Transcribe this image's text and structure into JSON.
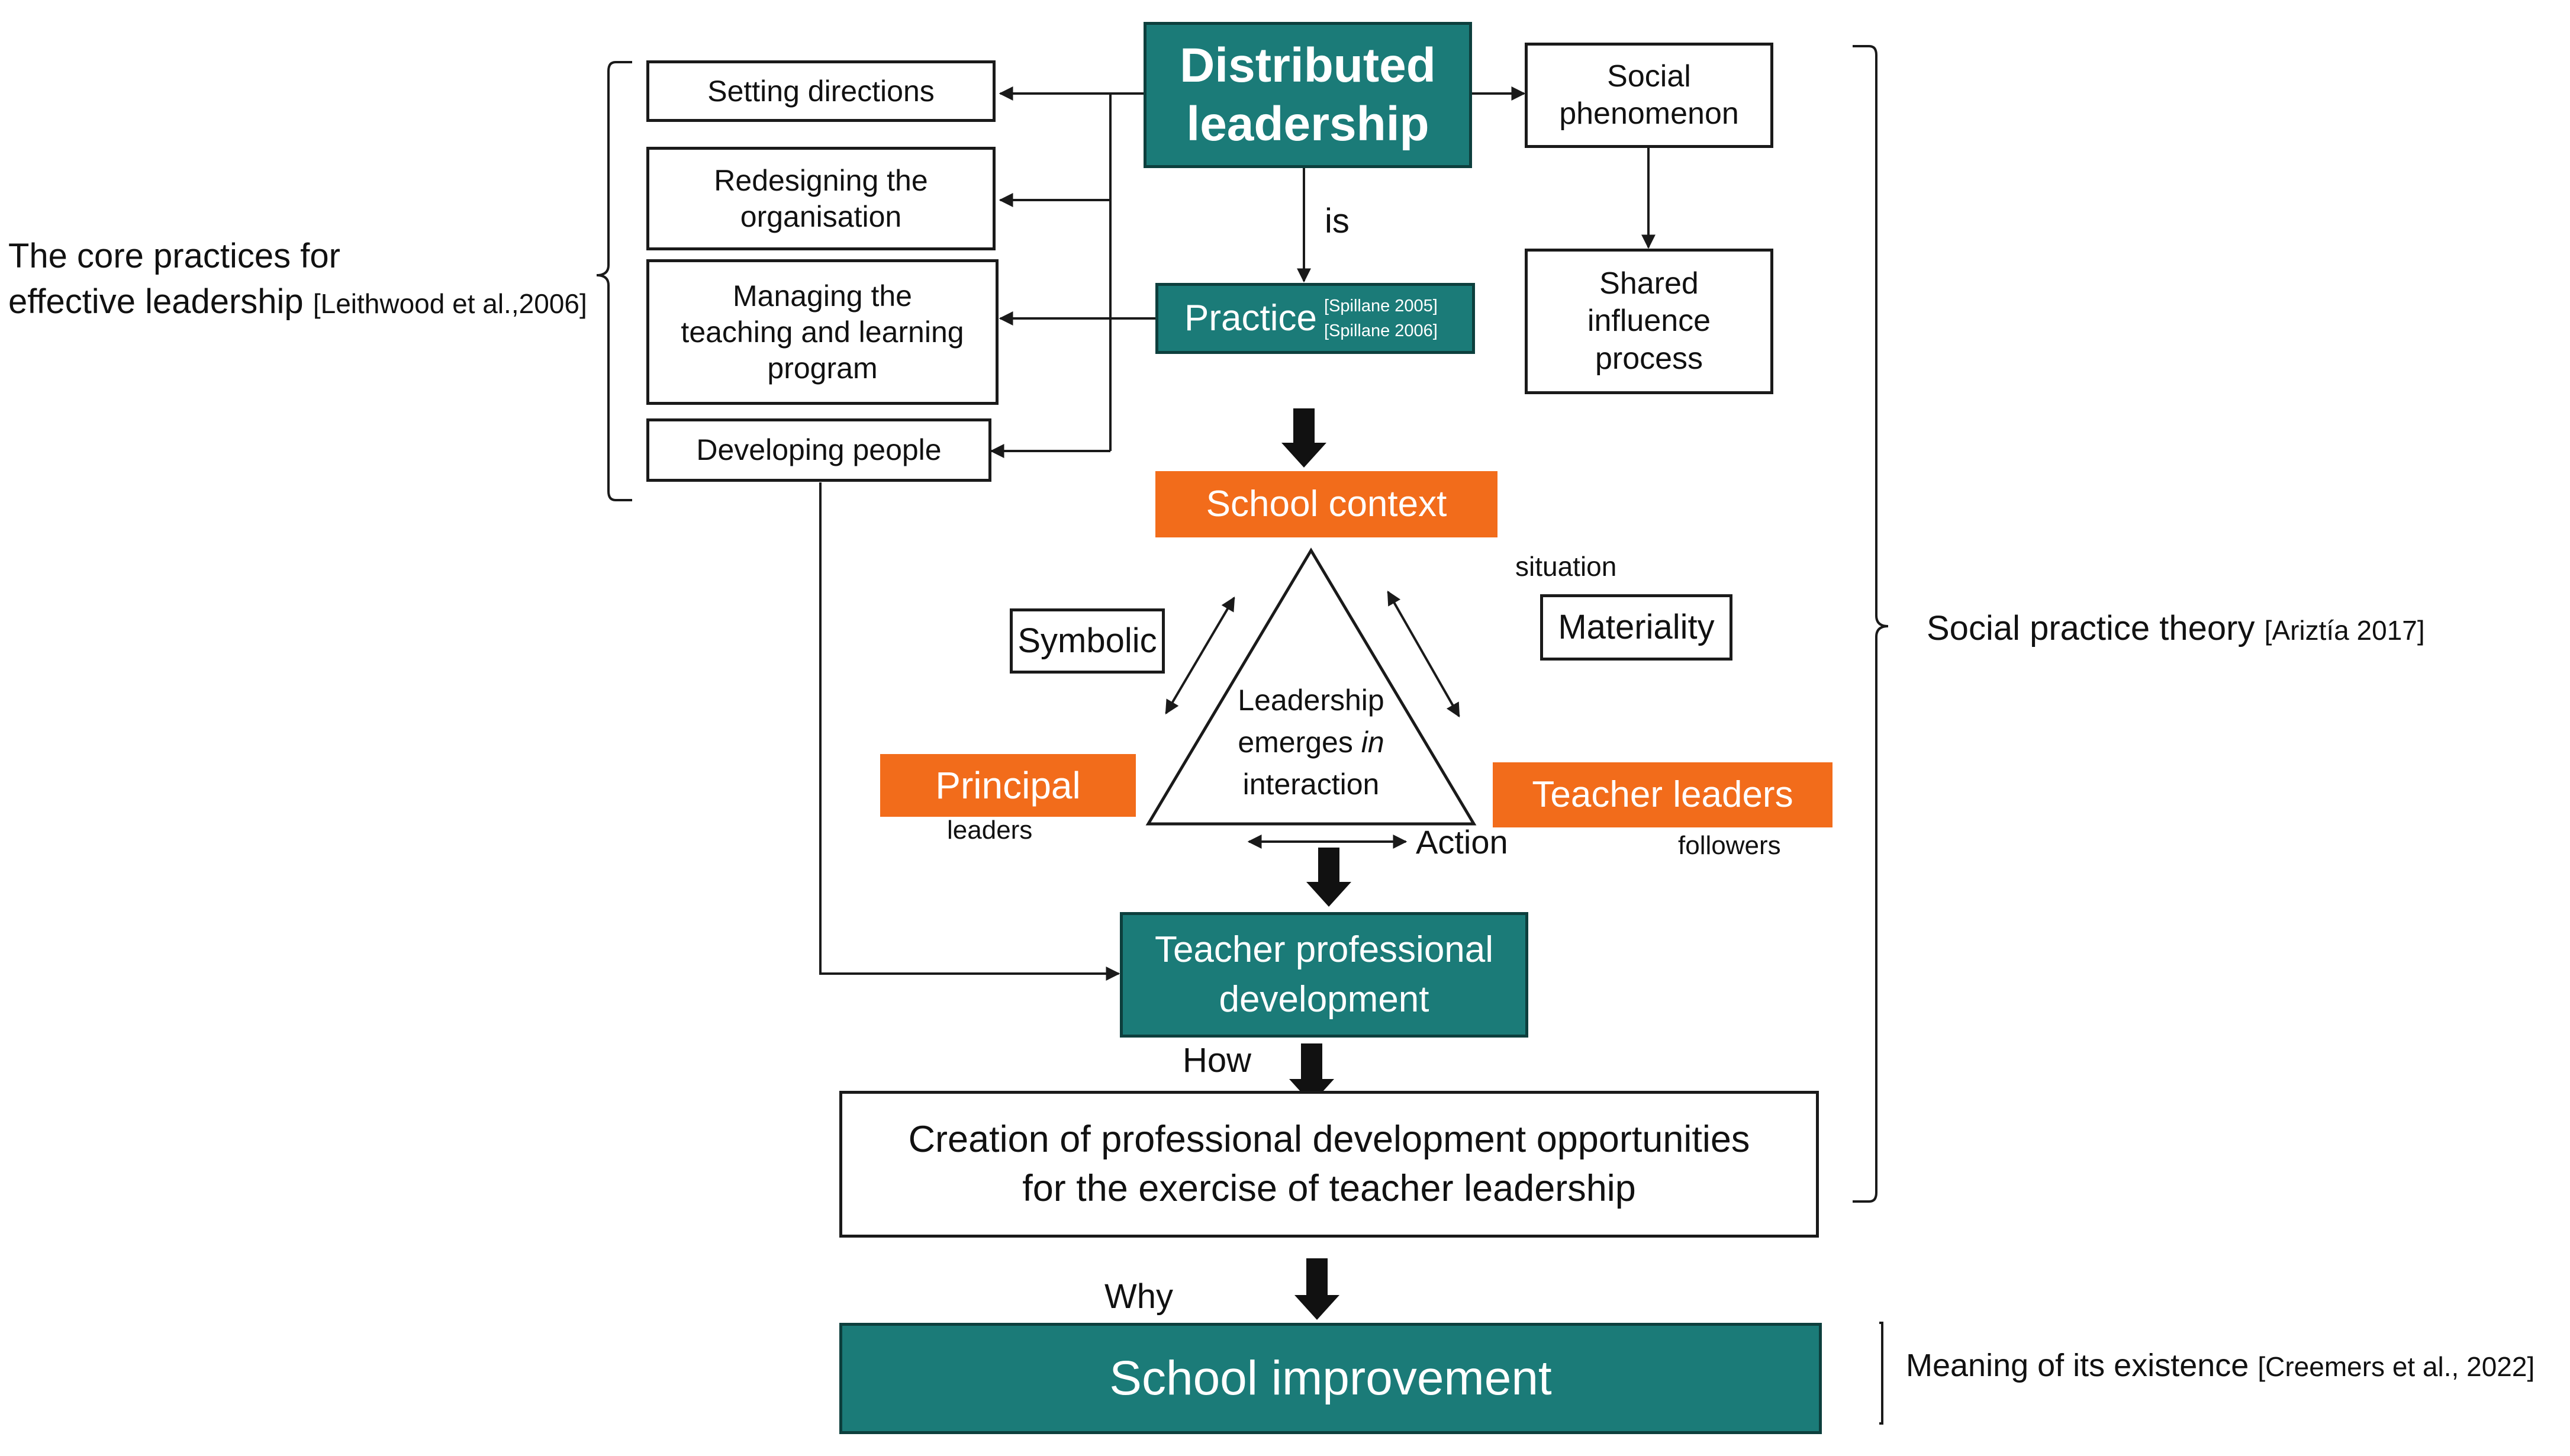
{
  "colors": {
    "teal": "#1b7b78",
    "teal_border": "#0d3f3d",
    "orange": "#f26c1b",
    "line": "#1a1a1a"
  },
  "top": {
    "distributed_leadership_line1": "Distributed",
    "distributed_leadership_line2": "leadership",
    "is_label": "is",
    "practice": "Practice",
    "practice_cite1": "[Spillane 2005]",
    "practice_cite2": "[Spillane 2006]",
    "social_phenomenon_line1": "Social",
    "social_phenomenon_line2": "phenomenon",
    "shared_influence_line1": "Shared",
    "shared_influence_line2": "influence",
    "shared_influence_line3": "process"
  },
  "core_practices": {
    "heading_line1": "The core practices for",
    "heading_line2": "effective leadership",
    "citation": "[Leithwood et al.,2006]",
    "items": [
      {
        "lines": [
          "Setting directions"
        ]
      },
      {
        "lines": [
          "Redesigning the",
          "organisation"
        ]
      },
      {
        "lines": [
          "Managing the",
          "teaching and learning",
          "program"
        ]
      },
      {
        "lines": [
          "Developing people"
        ]
      }
    ]
  },
  "context": {
    "school_context": "School context",
    "situation": "situation",
    "symbolic": "Symbolic",
    "materiality": "Materiality",
    "triangle_line1": "Leadership",
    "triangle_line2_pre": "emerges ",
    "triangle_line2_em": "in",
    "triangle_line3": "interaction",
    "principal": "Principal",
    "leaders": "leaders",
    "teacher_leaders": "Teacher leaders",
    "followers": "followers",
    "action": "Action"
  },
  "bottom": {
    "tpd_line1": "Teacher professional",
    "tpd_line2": "development",
    "how": "How",
    "creation_line1": "Creation of professional development opportunities",
    "creation_line2": "for the exercise of teacher leadership",
    "why": "Why",
    "school_improvement": "School improvement"
  },
  "right": {
    "social_practice_theory": "Social practice theory",
    "spt_cite": "[Ariztía 2017]",
    "meaning": "Meaning of its existence",
    "meaning_cite": "[Creemers et al., 2022]"
  }
}
